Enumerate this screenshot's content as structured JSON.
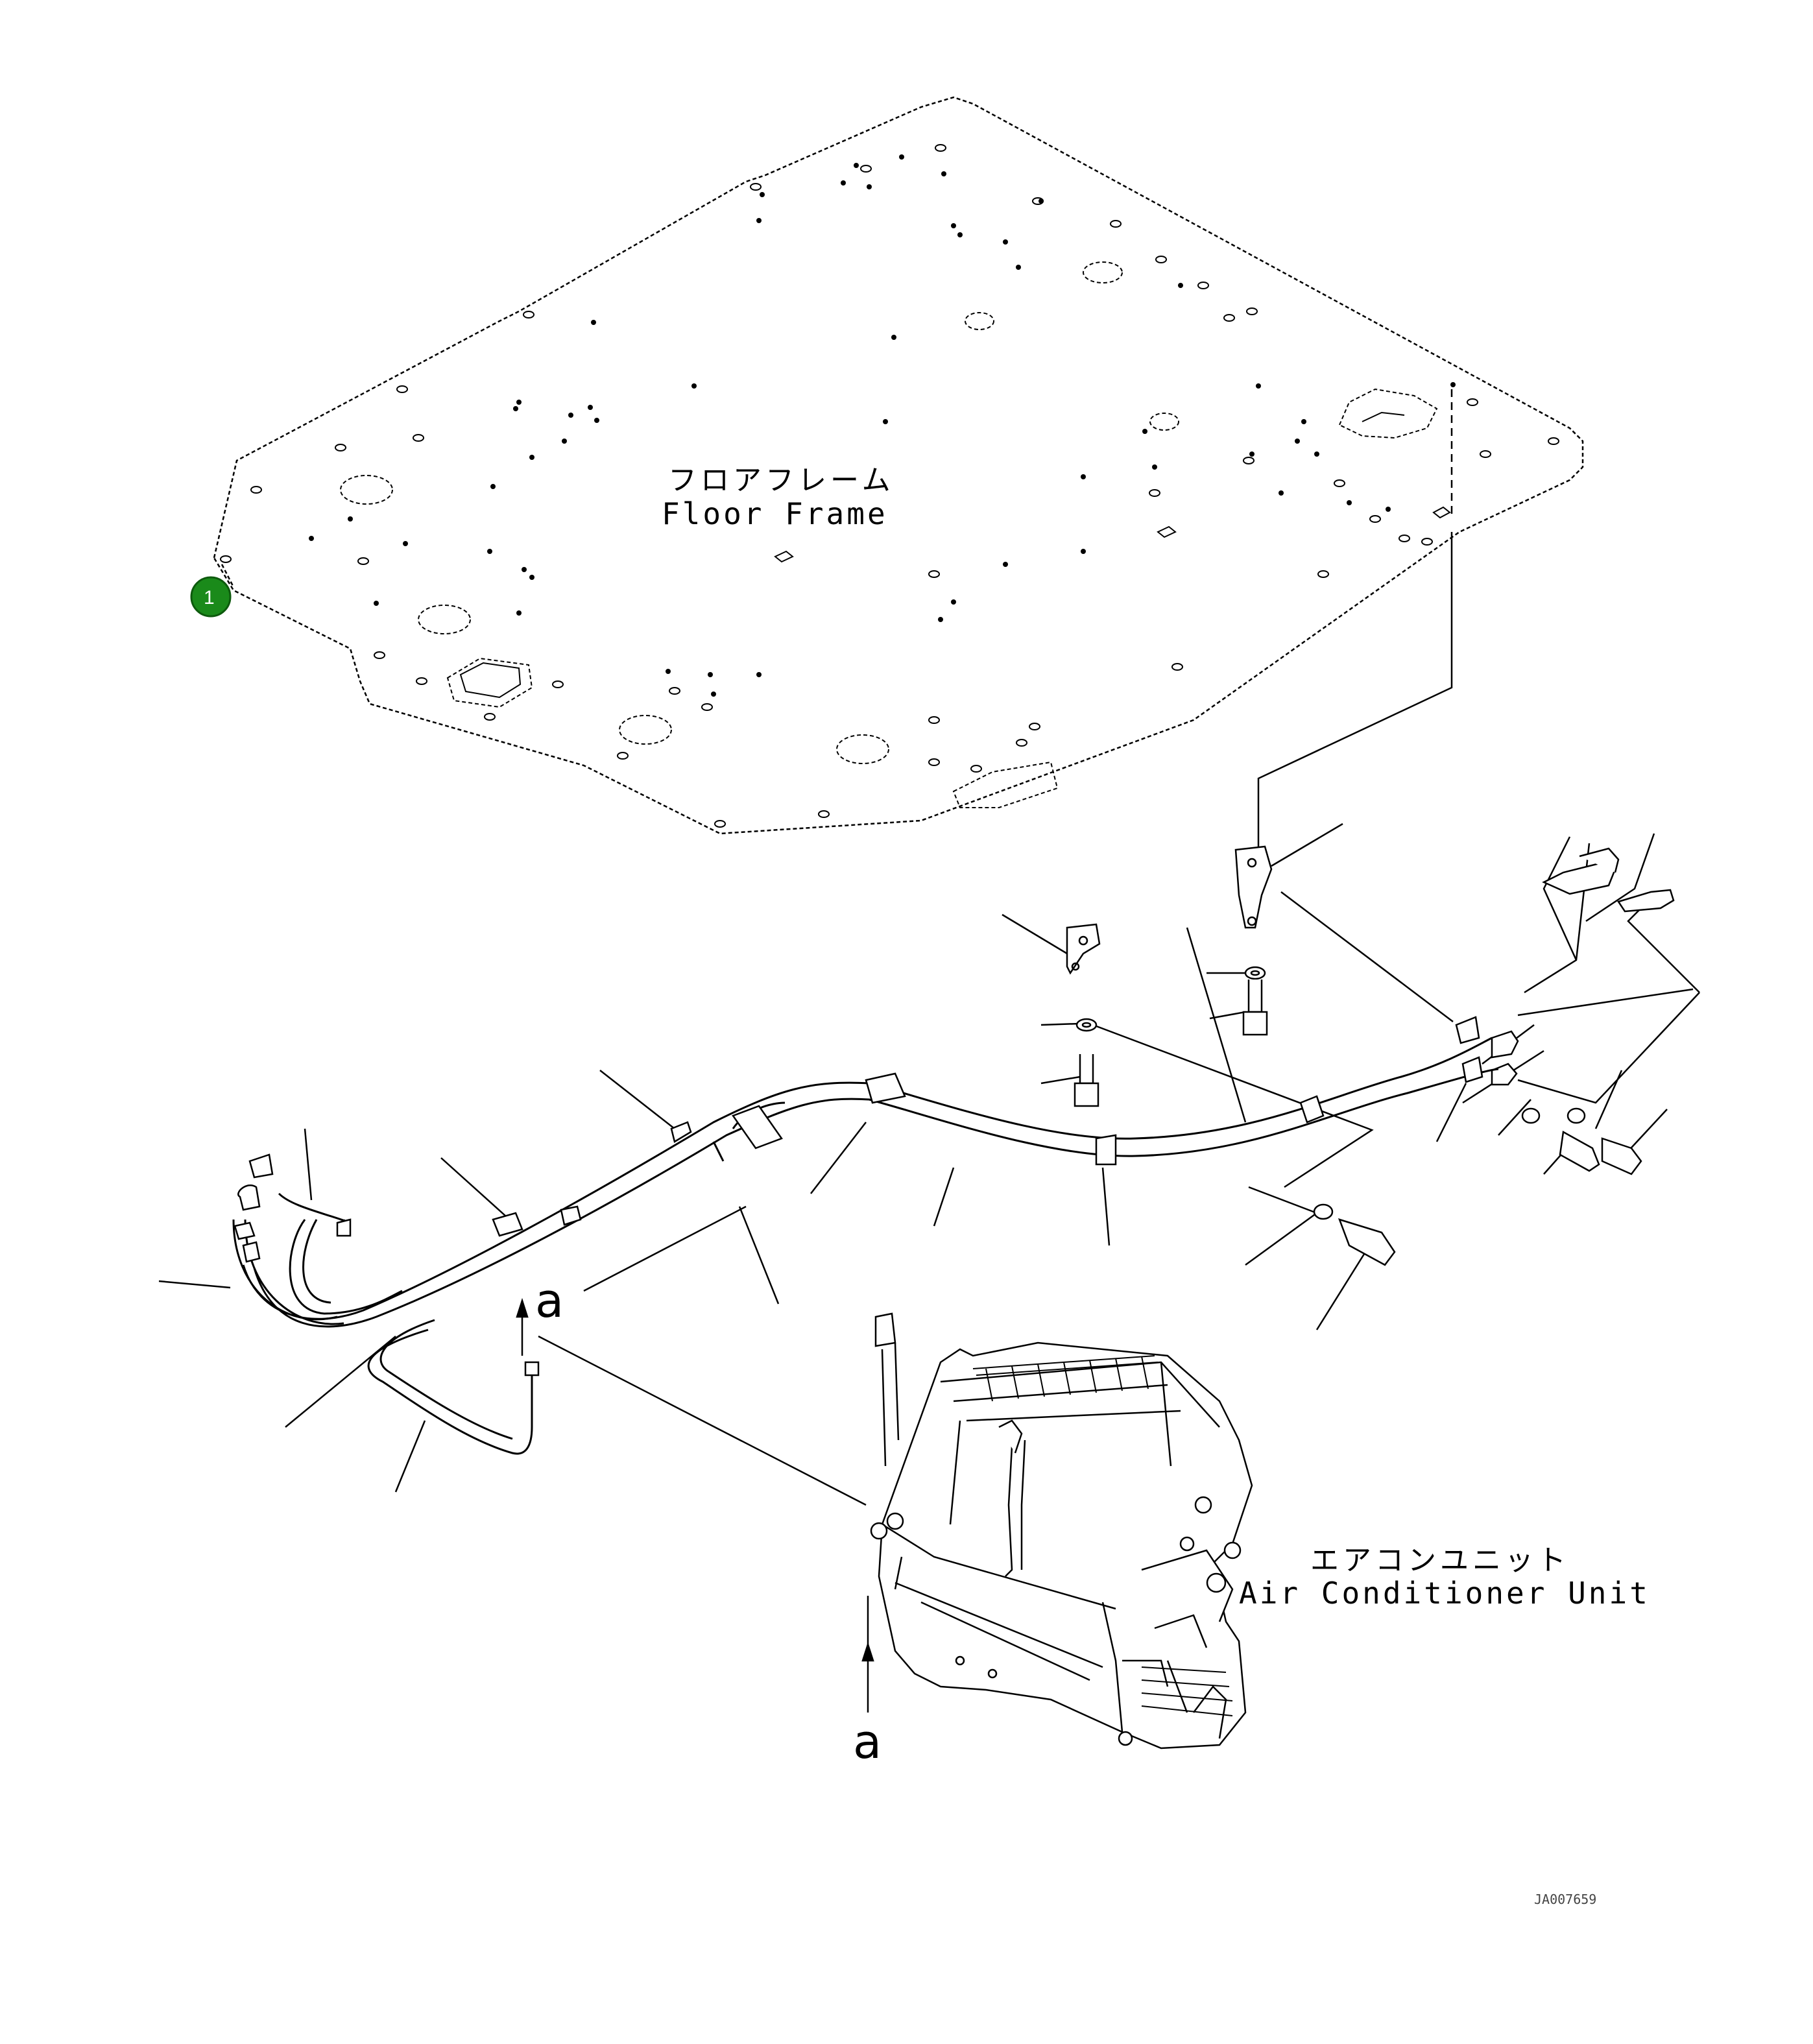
{
  "labels": {
    "floor_frame_jp": "フロアフレーム",
    "floor_frame_en": "Floor Frame",
    "ac_unit_jp": "エアコンユニット",
    "ac_unit_en": "Air Conditioner Unit",
    "ref_a_top": "a",
    "ref_a_bottom": "a",
    "drawing_code": "JA007659"
  },
  "callouts": [
    {
      "number": "1",
      "color": "#1a8a1a"
    }
  ]
}
